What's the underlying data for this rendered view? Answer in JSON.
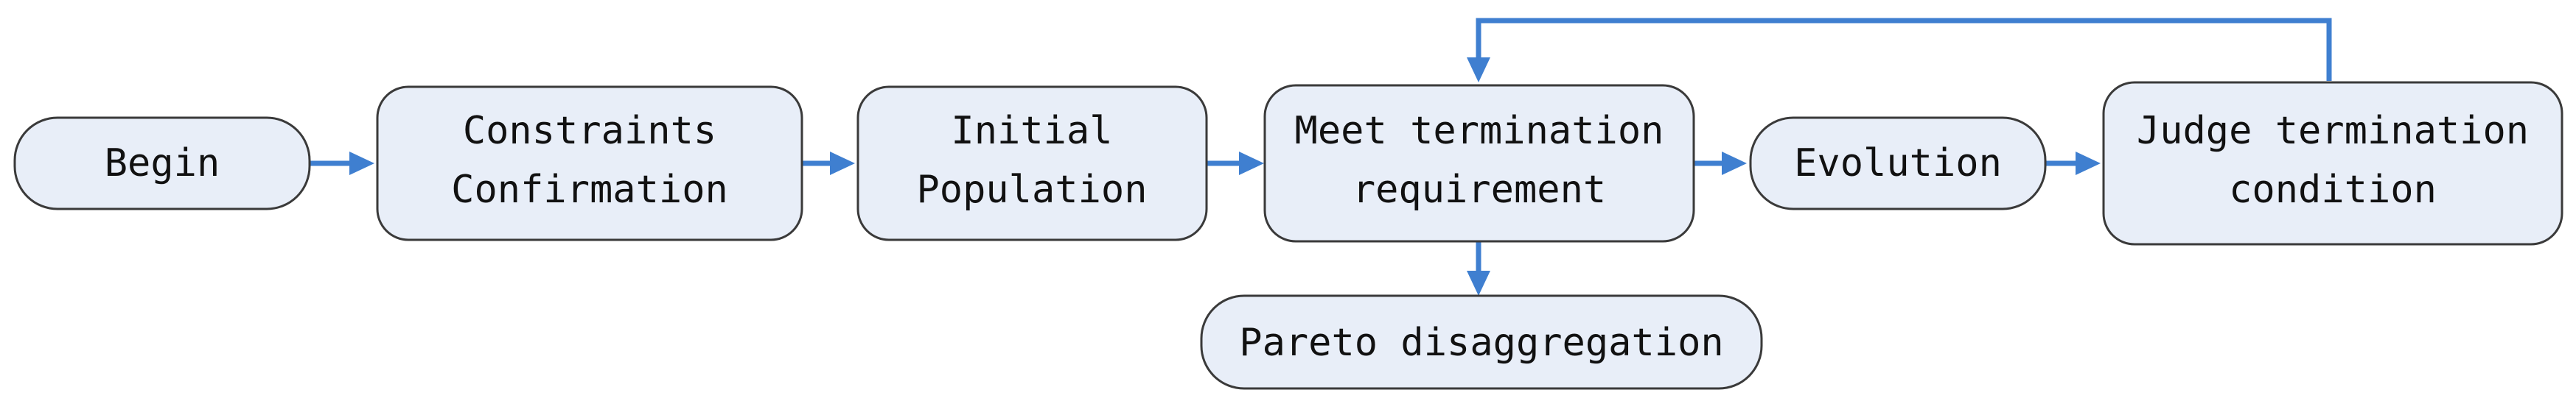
{
  "diagram": {
    "nodes": {
      "begin": {
        "label": "Begin"
      },
      "constraints": {
        "line1": "Constraints",
        "line2": "Confirmation"
      },
      "initial": {
        "line1": "Initial",
        "line2": "Population"
      },
      "meet": {
        "line1": "Meet termination",
        "line2": "requirement"
      },
      "evolution": {
        "label": "Evolution"
      },
      "judge": {
        "line1": "Judge termination",
        "line2": "condition"
      },
      "pareto": {
        "label": "Pareto disaggregation"
      }
    },
    "edges": [
      {
        "from": "Begin",
        "to": "Constraints Confirmation"
      },
      {
        "from": "Constraints Confirmation",
        "to": "Initial Population"
      },
      {
        "from": "Initial Population",
        "to": "Meet termination requirement"
      },
      {
        "from": "Meet termination requirement",
        "to": "Evolution"
      },
      {
        "from": "Evolution",
        "to": "Judge termination condition"
      },
      {
        "from": "Judge termination condition",
        "to": "Meet termination requirement"
      },
      {
        "from": "Meet termination requirement",
        "to": "Pareto disaggregation"
      }
    ],
    "colors": {
      "node_fill": "#e8eef8",
      "node_border": "#3a3a3a",
      "arrow": "#3f7fd0"
    }
  }
}
